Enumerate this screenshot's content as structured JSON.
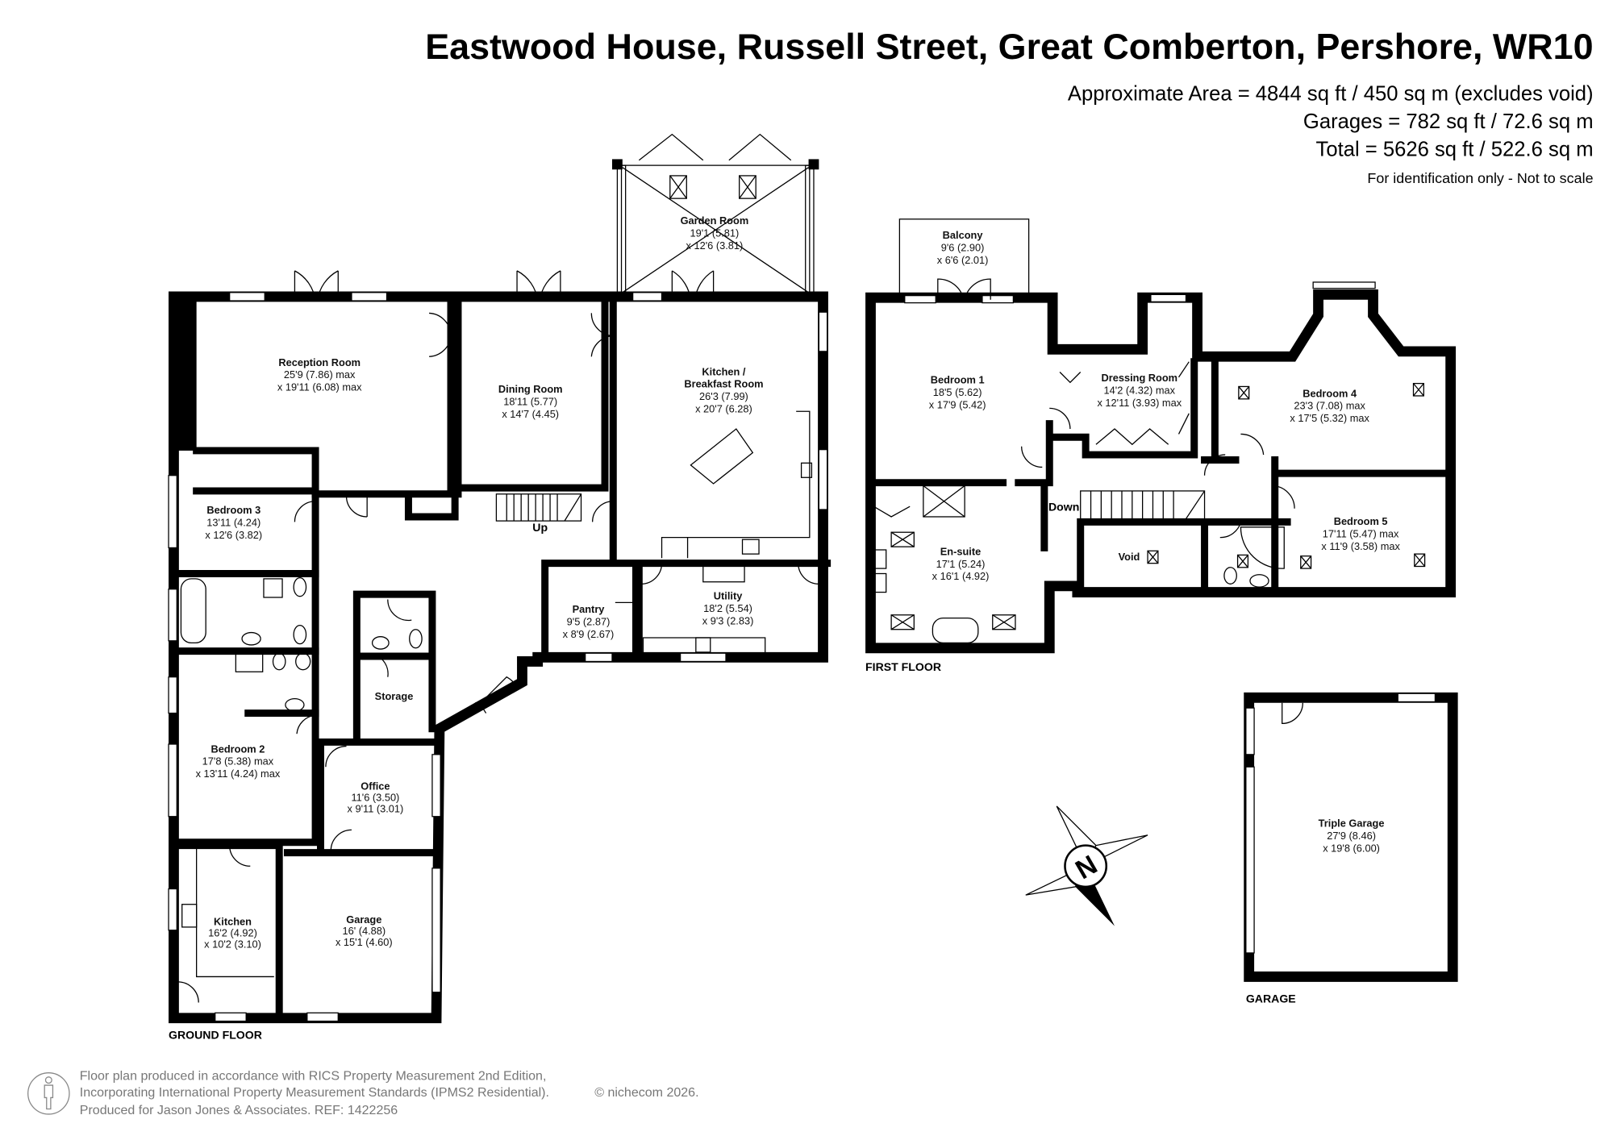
{
  "header": {
    "title": "Eastwood House, Russell Street, Great Comberton, Pershore, WR10",
    "area": "Approximate Area = 4844 sq ft / 450 sq m (excludes void)",
    "garages": "Garages = 782 sq ft / 72.6 sq m",
    "total": "Total = 5626 sq ft / 522.6 sq m",
    "note": "For identification only - Not to scale"
  },
  "floors": {
    "ground": "GROUND FLOOR",
    "first": "FIRST FLOOR",
    "garage": "GARAGE"
  },
  "stairs": {
    "up": "Up",
    "down": "Down"
  },
  "rooms": [
    {
      "name": "Garden Room",
      "dim1": "19'1 (5.81)",
      "dim2": "x 12'6 (3.81)"
    },
    {
      "name": "Reception Room",
      "dim1": "25'9 (7.86) max",
      "dim2": "x 19'11 (6.08) max"
    },
    {
      "name": "Dining Room",
      "dim1": "18'11 (5.77)",
      "dim2": "x 14'7 (4.45)"
    },
    {
      "name": "Kitchen /",
      "name2": "Breakfast Room",
      "dim1": "26'3 (7.99)",
      "dim2": "x 20'7 (6.28)"
    },
    {
      "name": "Bedroom 3",
      "dim1": "13'11 (4.24)",
      "dim2": "x 12'6 (3.82)"
    },
    {
      "name": "Pantry",
      "dim1": "9'5 (2.87)",
      "dim2": "x 8'9 (2.67)"
    },
    {
      "name": "Utility",
      "dim1": "18'2 (5.54)",
      "dim2": "x 9'3 (2.83)"
    },
    {
      "name": "Storage"
    },
    {
      "name": "Bedroom 2",
      "dim1": "17'8 (5.38) max",
      "dim2": "x 13'11 (4.24) max"
    },
    {
      "name": "Office",
      "dim1": "11'6 (3.50)",
      "dim2": "x 9'11 (3.01)"
    },
    {
      "name": "Kitchen",
      "dim1": "16'2 (4.92)",
      "dim2": "x 10'2 (3.10)"
    },
    {
      "name": "Garage",
      "dim1": "16' (4.88)",
      "dim2": "x 15'1 (4.60)"
    },
    {
      "name": "Balcony",
      "dim1": "9'6 (2.90)",
      "dim2": "x 6'6 (2.01)"
    },
    {
      "name": "Bedroom 1",
      "dim1": "18'5 (5.62)",
      "dim2": "x 17'9 (5.42)"
    },
    {
      "name": "Dressing Room",
      "dim1": "14'2 (4.32) max",
      "dim2": "x 12'11 (3.93) max"
    },
    {
      "name": "Bedroom 4",
      "dim1": "23'3 (7.08) max",
      "dim2": "x 17'5 (5.32) max"
    },
    {
      "name": "En-suite",
      "dim1": "17'1 (5.24)",
      "dim2": "x 16'1 (4.92)"
    },
    {
      "name": "Void"
    },
    {
      "name": "Bedroom 5",
      "dim1": "17'11 (5.47) max",
      "dim2": "x 11'9 (3.58) max"
    },
    {
      "name": "Triple Garage",
      "dim1": "27'9 (8.46)",
      "dim2": "x 19'8 (6.00)"
    }
  ],
  "compass": {
    "letter": "N",
    "icon": "compass-north-icon"
  },
  "footer": {
    "line1": "Floor plan produced in accordance with RICS Property Measurement 2nd Edition,",
    "line2": "Incorporating International Property Measurement Standards (IPMS2 Residential).",
    "copyright": "© nichecom 2026.",
    "line3": "Produced for Jason Jones & Associates.   REF: 1422256",
    "icon": "person-scale-icon"
  }
}
